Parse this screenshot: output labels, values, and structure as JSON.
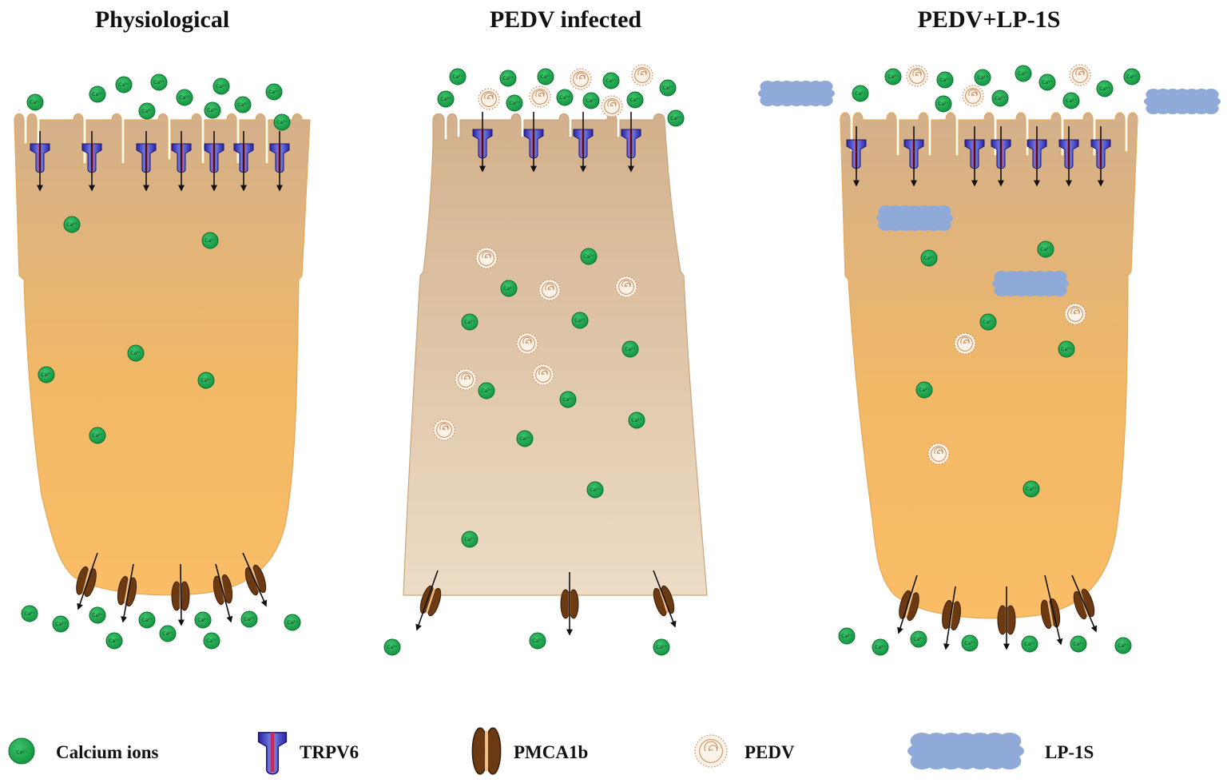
{
  "panels": [
    {
      "title": "Physiological"
    },
    {
      "title": "PEDV infected"
    },
    {
      "title": "PEDV+LP-1S"
    }
  ],
  "ion_label": "Ca²⁺",
  "legend": {
    "calcium": "Calcium ions",
    "trpv6": "TRPV6",
    "pmca": "PMCA1b",
    "pedv": "PEDV",
    "lp": "LP-1S"
  },
  "colors": {
    "calcium_fill": "#16a44a",
    "calcium_stroke": "#0b6e2e",
    "cell_healthy_top": "#d4b28a",
    "cell_healthy_bottom": "#fbbd66",
    "cell_infected_top": "#d4b28a",
    "cell_infected_bottom": "#ead9c2",
    "trpv6_blue": "#3a32b8",
    "trpv6_red": "#d0284a",
    "pmca_brown": "#6b3a12",
    "pedv_ring": "#c98a5a",
    "lp_cloud": "#8fa9d9"
  }
}
